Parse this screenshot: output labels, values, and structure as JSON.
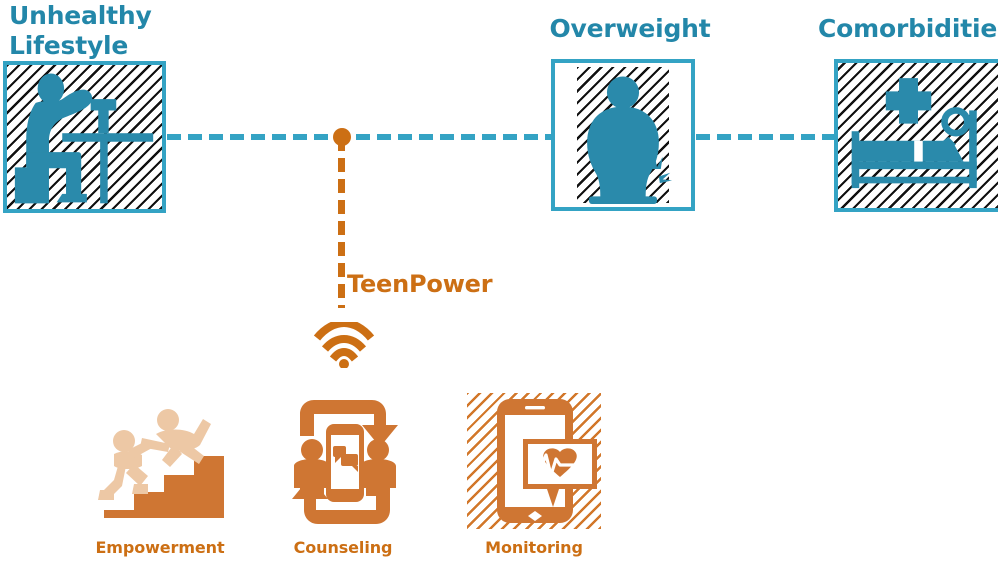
{
  "palette": {
    "teal_text": "#2387a9",
    "teal_border": "#34a3c4",
    "teal_fill": "#2a8aab",
    "orange": "#cc6f14",
    "orange_fill": "#d2772a",
    "orange_light": "#edc8a5",
    "hatch_black": "#111111",
    "background": "#ffffff"
  },
  "pathway": {
    "stages": [
      {
        "id": "unhealthy-lifestyle",
        "label": "Unhealthy\nLifestyle",
        "icon": "person-slouching-at-desk-icon",
        "hatched": true
      },
      {
        "id": "overweight",
        "label": "Overweight",
        "icon": "overweight-person-icon",
        "hatched": true
      },
      {
        "id": "comorbidities",
        "label": "Comorbidities",
        "icon": "patient-in-hospital-bed-icon",
        "hatched": true
      }
    ],
    "connector_style": "dashed",
    "connector_color": "#34a3c4"
  },
  "intervention": {
    "label": "TeenPower",
    "connector_color": "#cc6f14",
    "connector_style": "dashed",
    "node_icon": "junction-dot-icon",
    "signal_icon": "wifi-icon",
    "components": [
      {
        "id": "empowerment",
        "label": "Empowerment",
        "icon": "helping-hand-up-stairs-icon",
        "hatched": false
      },
      {
        "id": "counseling",
        "label": "Counseling",
        "icon": "two-people-smartphone-cycle-icon",
        "hatched": false
      },
      {
        "id": "monitoring",
        "label": "Monitoring",
        "icon": "smartphone-heart-rate-bubble-icon",
        "hatched": true
      }
    ]
  }
}
